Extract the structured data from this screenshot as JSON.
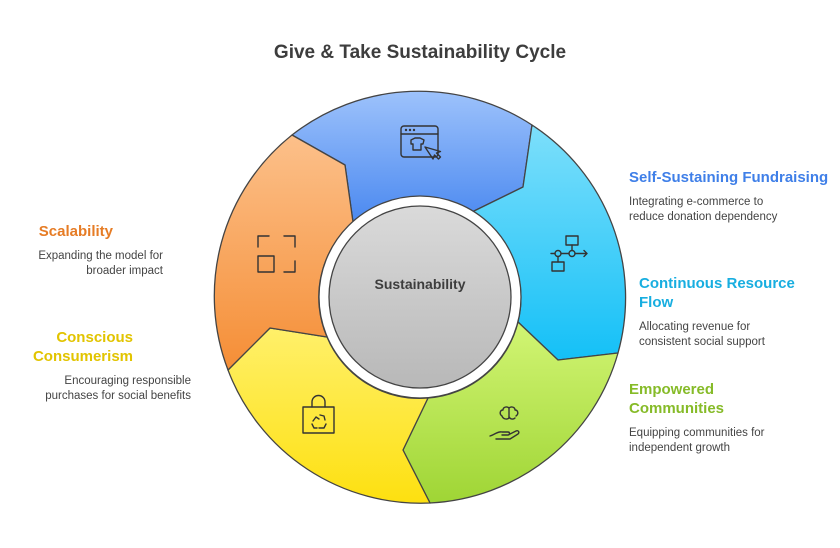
{
  "title": "Give & Take Sustainability Cycle",
  "center": "Sustainability",
  "colors": {
    "blue": "#4f8ef0",
    "cyan": "#22c3f5",
    "green": "#a8dc3f",
    "yellow": "#fde52a",
    "orange": "#f59a48"
  },
  "items": [
    {
      "heading": "Self-Sustaining Fundraising",
      "desc": "Integrating e-commerce to reduce donation dependency",
      "color": "#3f7fe8",
      "icon": "online-shop-icon"
    },
    {
      "heading": "Continuous Resource Flow",
      "desc": "Allocating revenue for consistent social support",
      "color": "#18aee0",
      "icon": "workflow-icon"
    },
    {
      "heading": "Empowered Communities",
      "desc": "Equipping communities for independent growth",
      "color": "#86bb28",
      "icon": "brain-hand-icon"
    },
    {
      "heading": "Conscious Consumerism",
      "desc": "Encouraging responsible purchases for social benefits",
      "color": "#e2c400",
      "icon": "recycle-bag-icon"
    },
    {
      "heading": "Scalability",
      "desc": "Expanding the model for broader impact",
      "color": "#e67c25",
      "icon": "scale-frame-icon"
    }
  ]
}
